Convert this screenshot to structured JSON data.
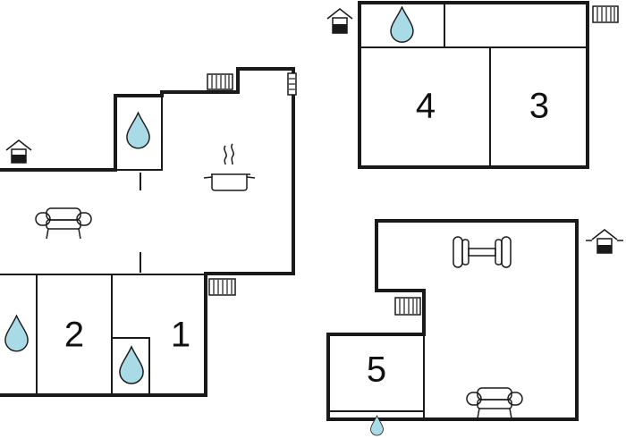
{
  "colors": {
    "wall": "#1a1a1a",
    "water": "#a9dbe7",
    "background": "#ffffff"
  },
  "rooms": {
    "r1": "1",
    "r2": "2",
    "r3": "3",
    "r4": "4",
    "r5": "5"
  },
  "icons": [
    "entrance-icon",
    "water-drop-icon",
    "radiator-icon",
    "cooking-pot-icon",
    "sofa-icon",
    "dumbbell-icon"
  ]
}
